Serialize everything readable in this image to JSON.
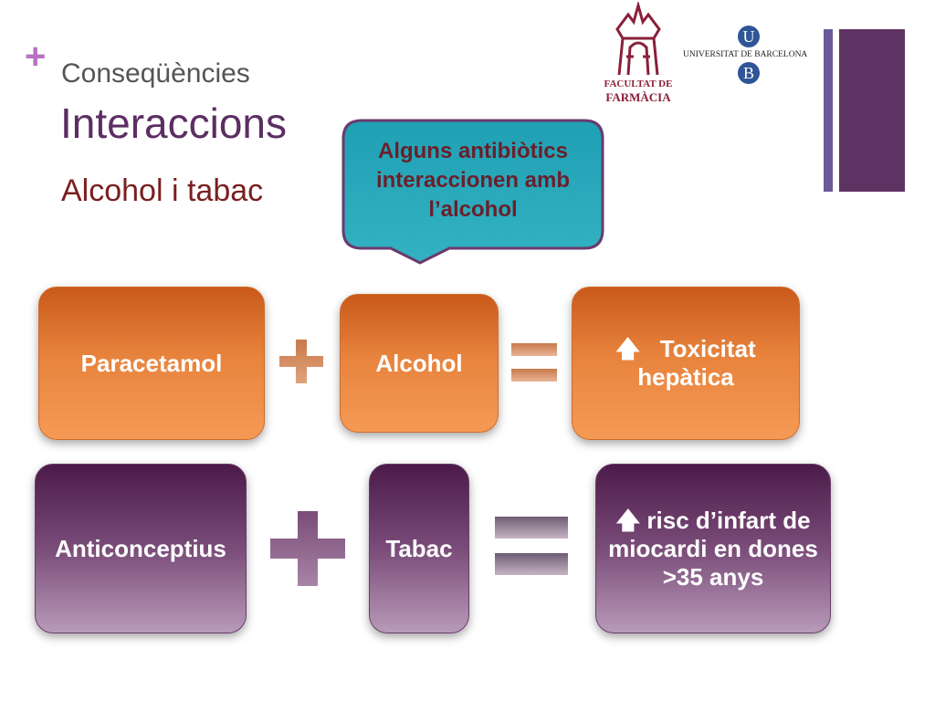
{
  "header": {
    "plus": "+",
    "subtitle": "Conseqüències",
    "title": "Interaccions",
    "section": "Alcohol i tabac"
  },
  "logos": {
    "faculty_line1": "FACULTAT DE",
    "faculty_line2": "FARMÀCIA",
    "ub_top": "U",
    "ub_name": "UNIVERSITAT DE BARCELONA",
    "ub_bottom": "B"
  },
  "callout": {
    "text": "Alguns antibiòtics interaccionen amb l’alcohol"
  },
  "row1": {
    "drug": "Paracetamol",
    "substance": "Alcohol",
    "arrow": "🡅",
    "result": "Toxicitat hepàtica"
  },
  "row2": {
    "drug": "Anticonceptius",
    "substance": "Tabac",
    "arrow": "🡅",
    "result": "risc d’infart de miocardi en dones >35 anys"
  },
  "colors": {
    "orange": "#e7833d",
    "purple": "#7a4c79",
    "callout": "#2aa8b8",
    "title": "#5c2e63"
  }
}
